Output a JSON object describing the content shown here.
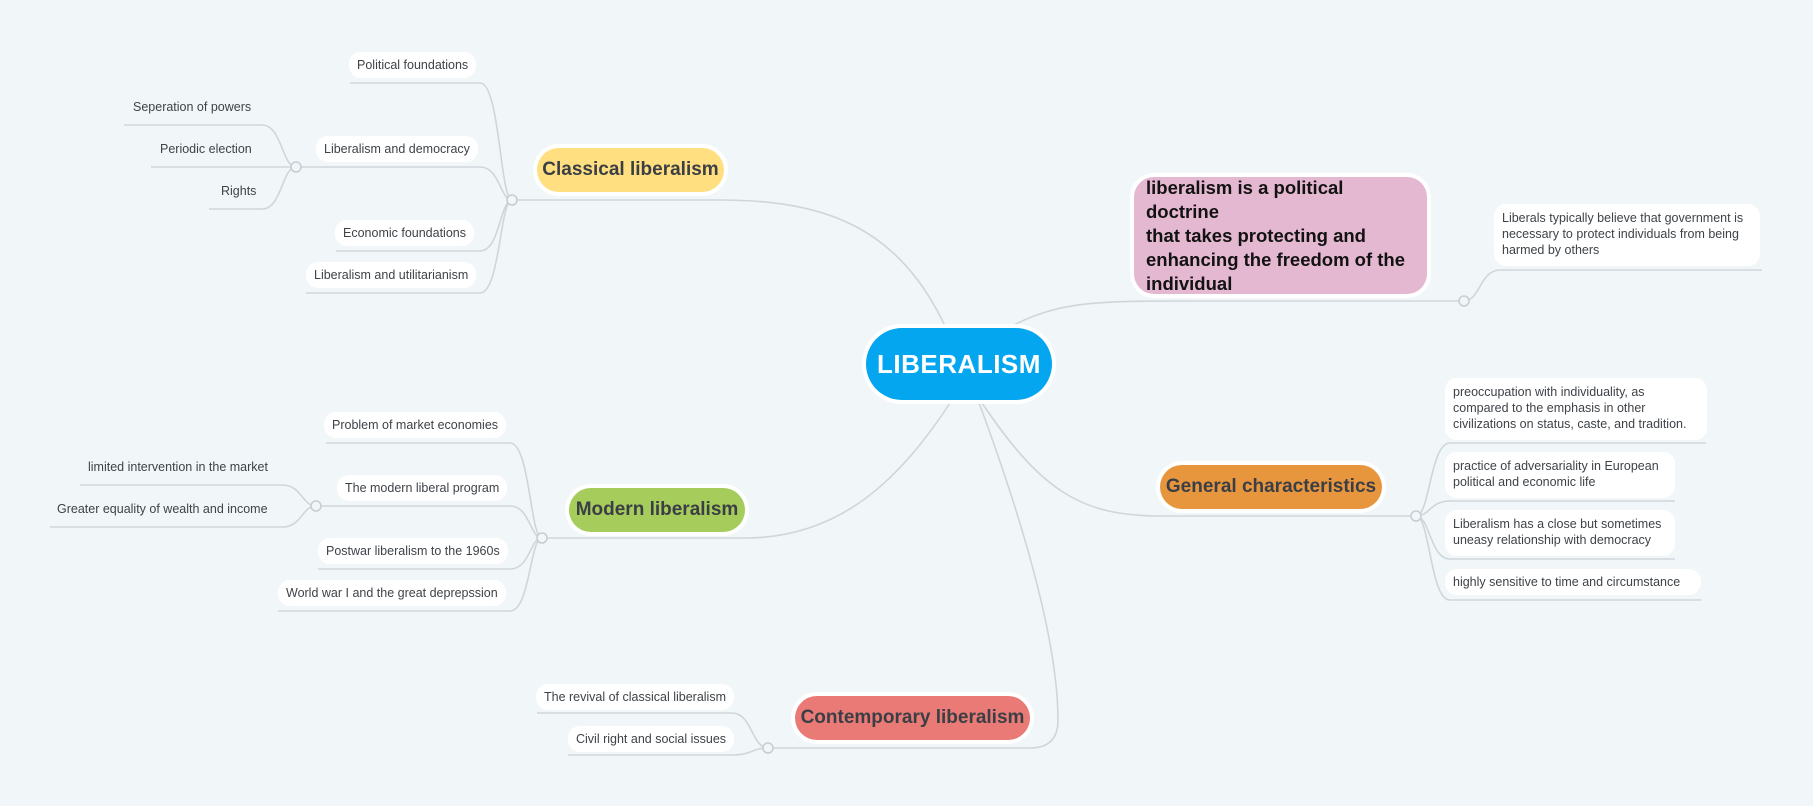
{
  "root": {
    "label": "LIBERALISM"
  },
  "topics": {
    "classical": {
      "label": "Classical liberalism",
      "children": {
        "political": "Political foundations",
        "democracy": "Liberalism and democracy",
        "democracy_children": [
          "Seperation of powers",
          "Periodic election",
          "Rights"
        ],
        "economic": "Economic foundations",
        "utilitarianism": "Liberalism and utilitarianism"
      }
    },
    "modern": {
      "label": "Modern liberalism",
      "children": {
        "market": "Problem of market economies",
        "program": "The modern liberal program",
        "program_children": [
          "limited intervention in the market",
          "Greater equality of wealth and income"
        ],
        "postwar": "Postwar liberalism to the 1960s",
        "ww1": "World war I and the great deprepssion"
      }
    },
    "contemporary": {
      "label": "Contemporary liberalism",
      "children": [
        "The revival of classical liberalism",
        "Civil right and social issues"
      ]
    },
    "definition": {
      "lines": [
        "liberalism is a political doctrine",
        "that takes protecting and",
        "enhancing the freedom of the",
        "individual"
      ],
      "child_lines": [
        "Liberals typically believe that government is",
        "necessary to protect individuals from being",
        "harmed by others"
      ]
    },
    "general": {
      "label": "General characteristics",
      "children": [
        {
          "lines": [
            "preoccupation with individuality, as",
            "compared to the emphasis in other",
            "civilizations on status, caste, and tradition."
          ]
        },
        {
          "lines": [
            "practice of adversariality in European",
            "political and economic life"
          ]
        },
        {
          "lines": [
            "Liberalism has a close but sometimes",
            "uneasy relationship with democracy"
          ]
        },
        {
          "lines": [
            "highly sensitive to time and circumstance"
          ]
        }
      ]
    }
  },
  "colors": {
    "background": "#f1f6f8",
    "root": "#05a6f0",
    "classical": "#ffdf7f",
    "modern": "#a6cc5b",
    "contemporary": "#ea7a75",
    "general": "#e8963e",
    "definition": "#e5b8d1",
    "connector": "#cfd6da"
  }
}
